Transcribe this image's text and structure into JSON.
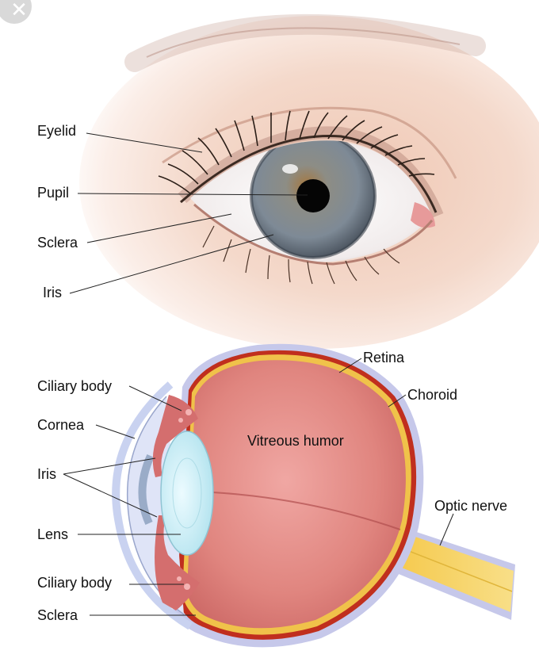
{
  "labels": {
    "eyelid": "Eyelid",
    "pupil": "Pupil",
    "sclera_top": "Sclera",
    "iris_top": "Iris",
    "retina": "Retina",
    "choroid": "Choroid",
    "vitreous": "Vitreous humor",
    "ciliary_top": "Ciliary body",
    "cornea": "Cornea",
    "iris_bottom": "Iris",
    "optic_nerve": "Optic nerve",
    "lens": "Lens",
    "ciliary_bottom": "Ciliary body",
    "sclera_bottom": "Sclera"
  },
  "close_icon": "close-icon",
  "colors": {
    "iris": "#7a8794",
    "pupil": "#050505",
    "sclera_layer": "#c6c8ea",
    "choroid_layer": "#c02f1e",
    "retina_layer": "#f0c24a",
    "vitreous": "#db7f79",
    "lens": "#bfe9f2",
    "optic_nerve": "#f6d466"
  }
}
